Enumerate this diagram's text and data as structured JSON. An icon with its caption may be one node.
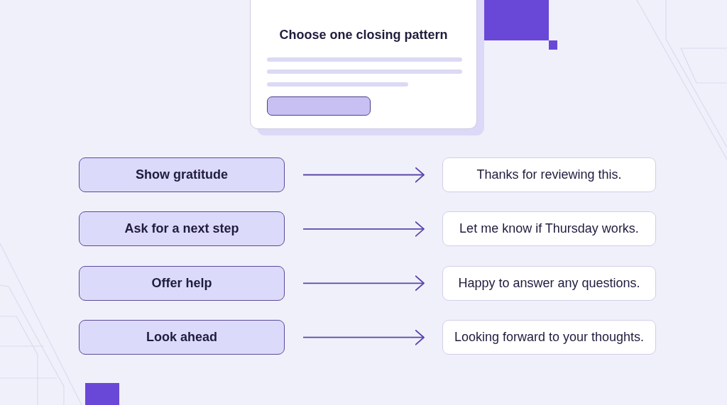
{
  "diagram": {
    "nodes": [
      {
        "text": [
          "Choose one closing pattern"
        ]
      },
      {
        "text": [
          "Show gratitude"
        ]
      },
      {
        "text": [
          "Thanks for reviewing this."
        ]
      },
      {
        "text": [
          "Ask for a next step"
        ]
      },
      {
        "text": [
          "Let me know if Thursday works."
        ]
      },
      {
        "text": [
          "Offer help"
        ]
      },
      {
        "text": [
          "Happy to answer any questions."
        ]
      },
      {
        "text": [
          "Look ahead"
        ]
      },
      {
        "text": [
          "Looking forward to your thoughts."
        ]
      }
    ],
    "edges": [
      {
        "from": 1,
        "to": 2,
        "arrow": "to"
      },
      {
        "from": 3,
        "to": 4,
        "arrow": "to"
      },
      {
        "from": 5,
        "to": 6,
        "arrow": "to"
      },
      {
        "from": 7,
        "to": 8,
        "arrow": "to"
      }
    ]
  }
}
